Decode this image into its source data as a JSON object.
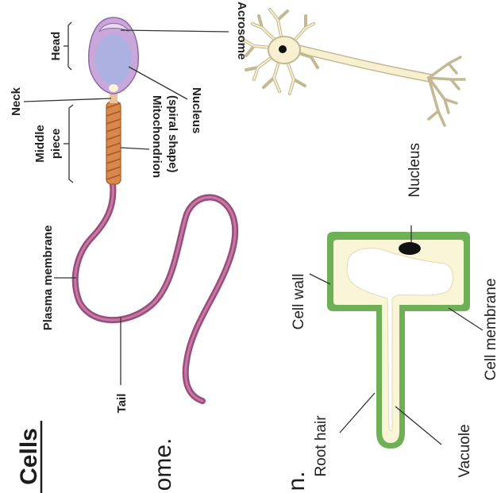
{
  "sperm_cell": {
    "labels": {
      "head": "Head",
      "acrosome": "Acrosome",
      "nucleus": "Nucleus",
      "neck": "Neck",
      "middle_piece_1": "Middle",
      "middle_piece_2": "piece",
      "mitochondrion_1": "Mitochondrion",
      "mitochondrion_2": "(spiral shape)",
      "plasma_membrane": "Plasma membrane",
      "tail": "Tail"
    },
    "colors": {
      "head": "#c9a7d8",
      "nucleus": "#a7b3e4",
      "midpiece": "#d9874b",
      "tail": "#9c4c7c"
    }
  },
  "root_hair_cell": {
    "labels": {
      "nucleus": "Nucleus",
      "cell_wall": "Cell wall",
      "cell_membrane": "Cell membrane",
      "root_hair": "Root hair",
      "vacuole": "Vacuole"
    },
    "colors": {
      "wall": "#6db056",
      "cytoplasm": "#fbf5d8",
      "nucleus": "#111111"
    }
  },
  "nerve_cell": {
    "colors": {
      "body": "#f7efcf",
      "outline": "#c2b891"
    }
  },
  "page_text": {
    "heading": "Cells",
    "fragment_1": "ome.",
    "fragment_2": "n."
  }
}
